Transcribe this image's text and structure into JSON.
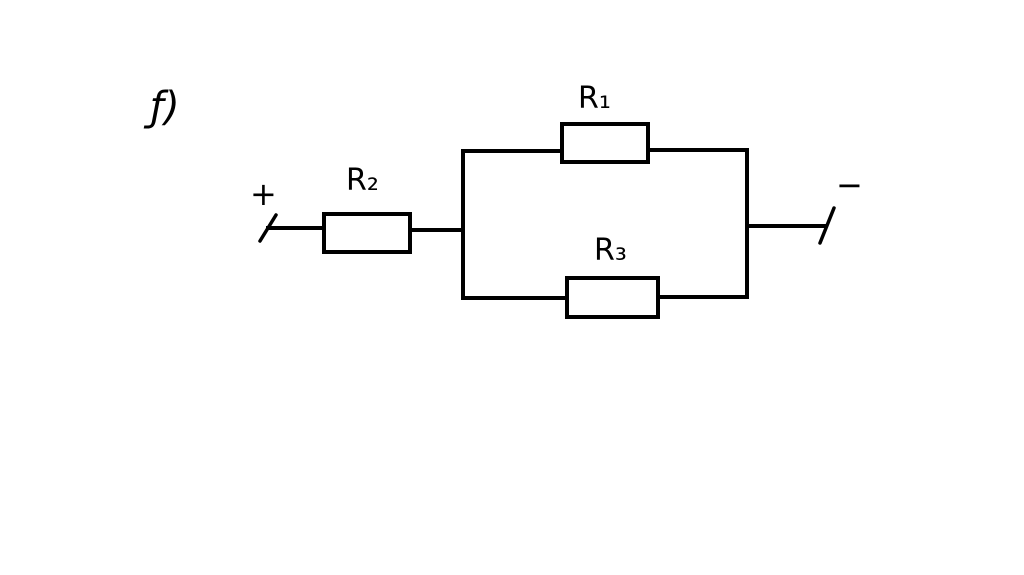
{
  "figure_label": "ƒ)",
  "terminals": {
    "positive_symbol": "+",
    "negative_symbol": "−"
  },
  "resistors": [
    {
      "id": "r2",
      "label": "R₂"
    },
    {
      "id": "r1",
      "label": "R₁"
    },
    {
      "id": "r3",
      "label": "R₃"
    }
  ],
  "colors": {
    "ink": "#000000",
    "background": "#ffffff"
  }
}
